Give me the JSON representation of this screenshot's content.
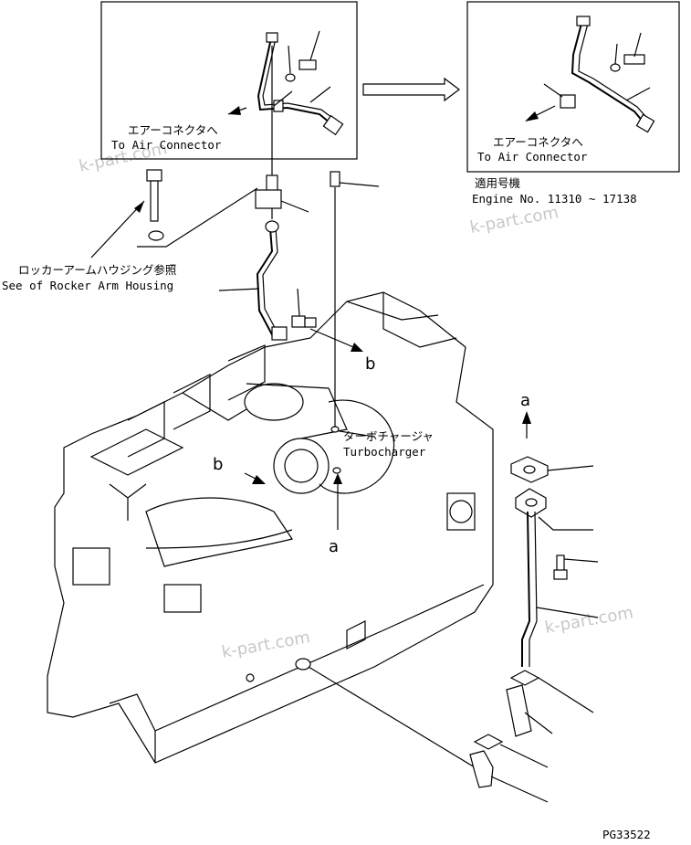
{
  "labels": {
    "air_connector_jp_left": "エアーコネクタへ",
    "air_connector_en_left": "To Air Connector",
    "air_connector_jp_right": "エアーコネクタへ",
    "air_connector_en_right": "To Air Connector",
    "applicable_jp": "適用号機",
    "engine_no": "Engine No. 11310 ~ 17138",
    "rocker_jp": "ロッカーアームハウジング参照",
    "rocker_en": "See of Rocker Arm Housing",
    "turbo_jp": "ターボチャージャ",
    "turbo_en": "Turbocharger",
    "ref_a_top": "a",
    "ref_a_bottom": "a",
    "ref_b_right": "b",
    "ref_b_left": "b",
    "drawing_no": "PG33522"
  },
  "watermarks": [
    "k-part.com",
    "k-part.com",
    "k-part.com",
    "k-part.com"
  ]
}
